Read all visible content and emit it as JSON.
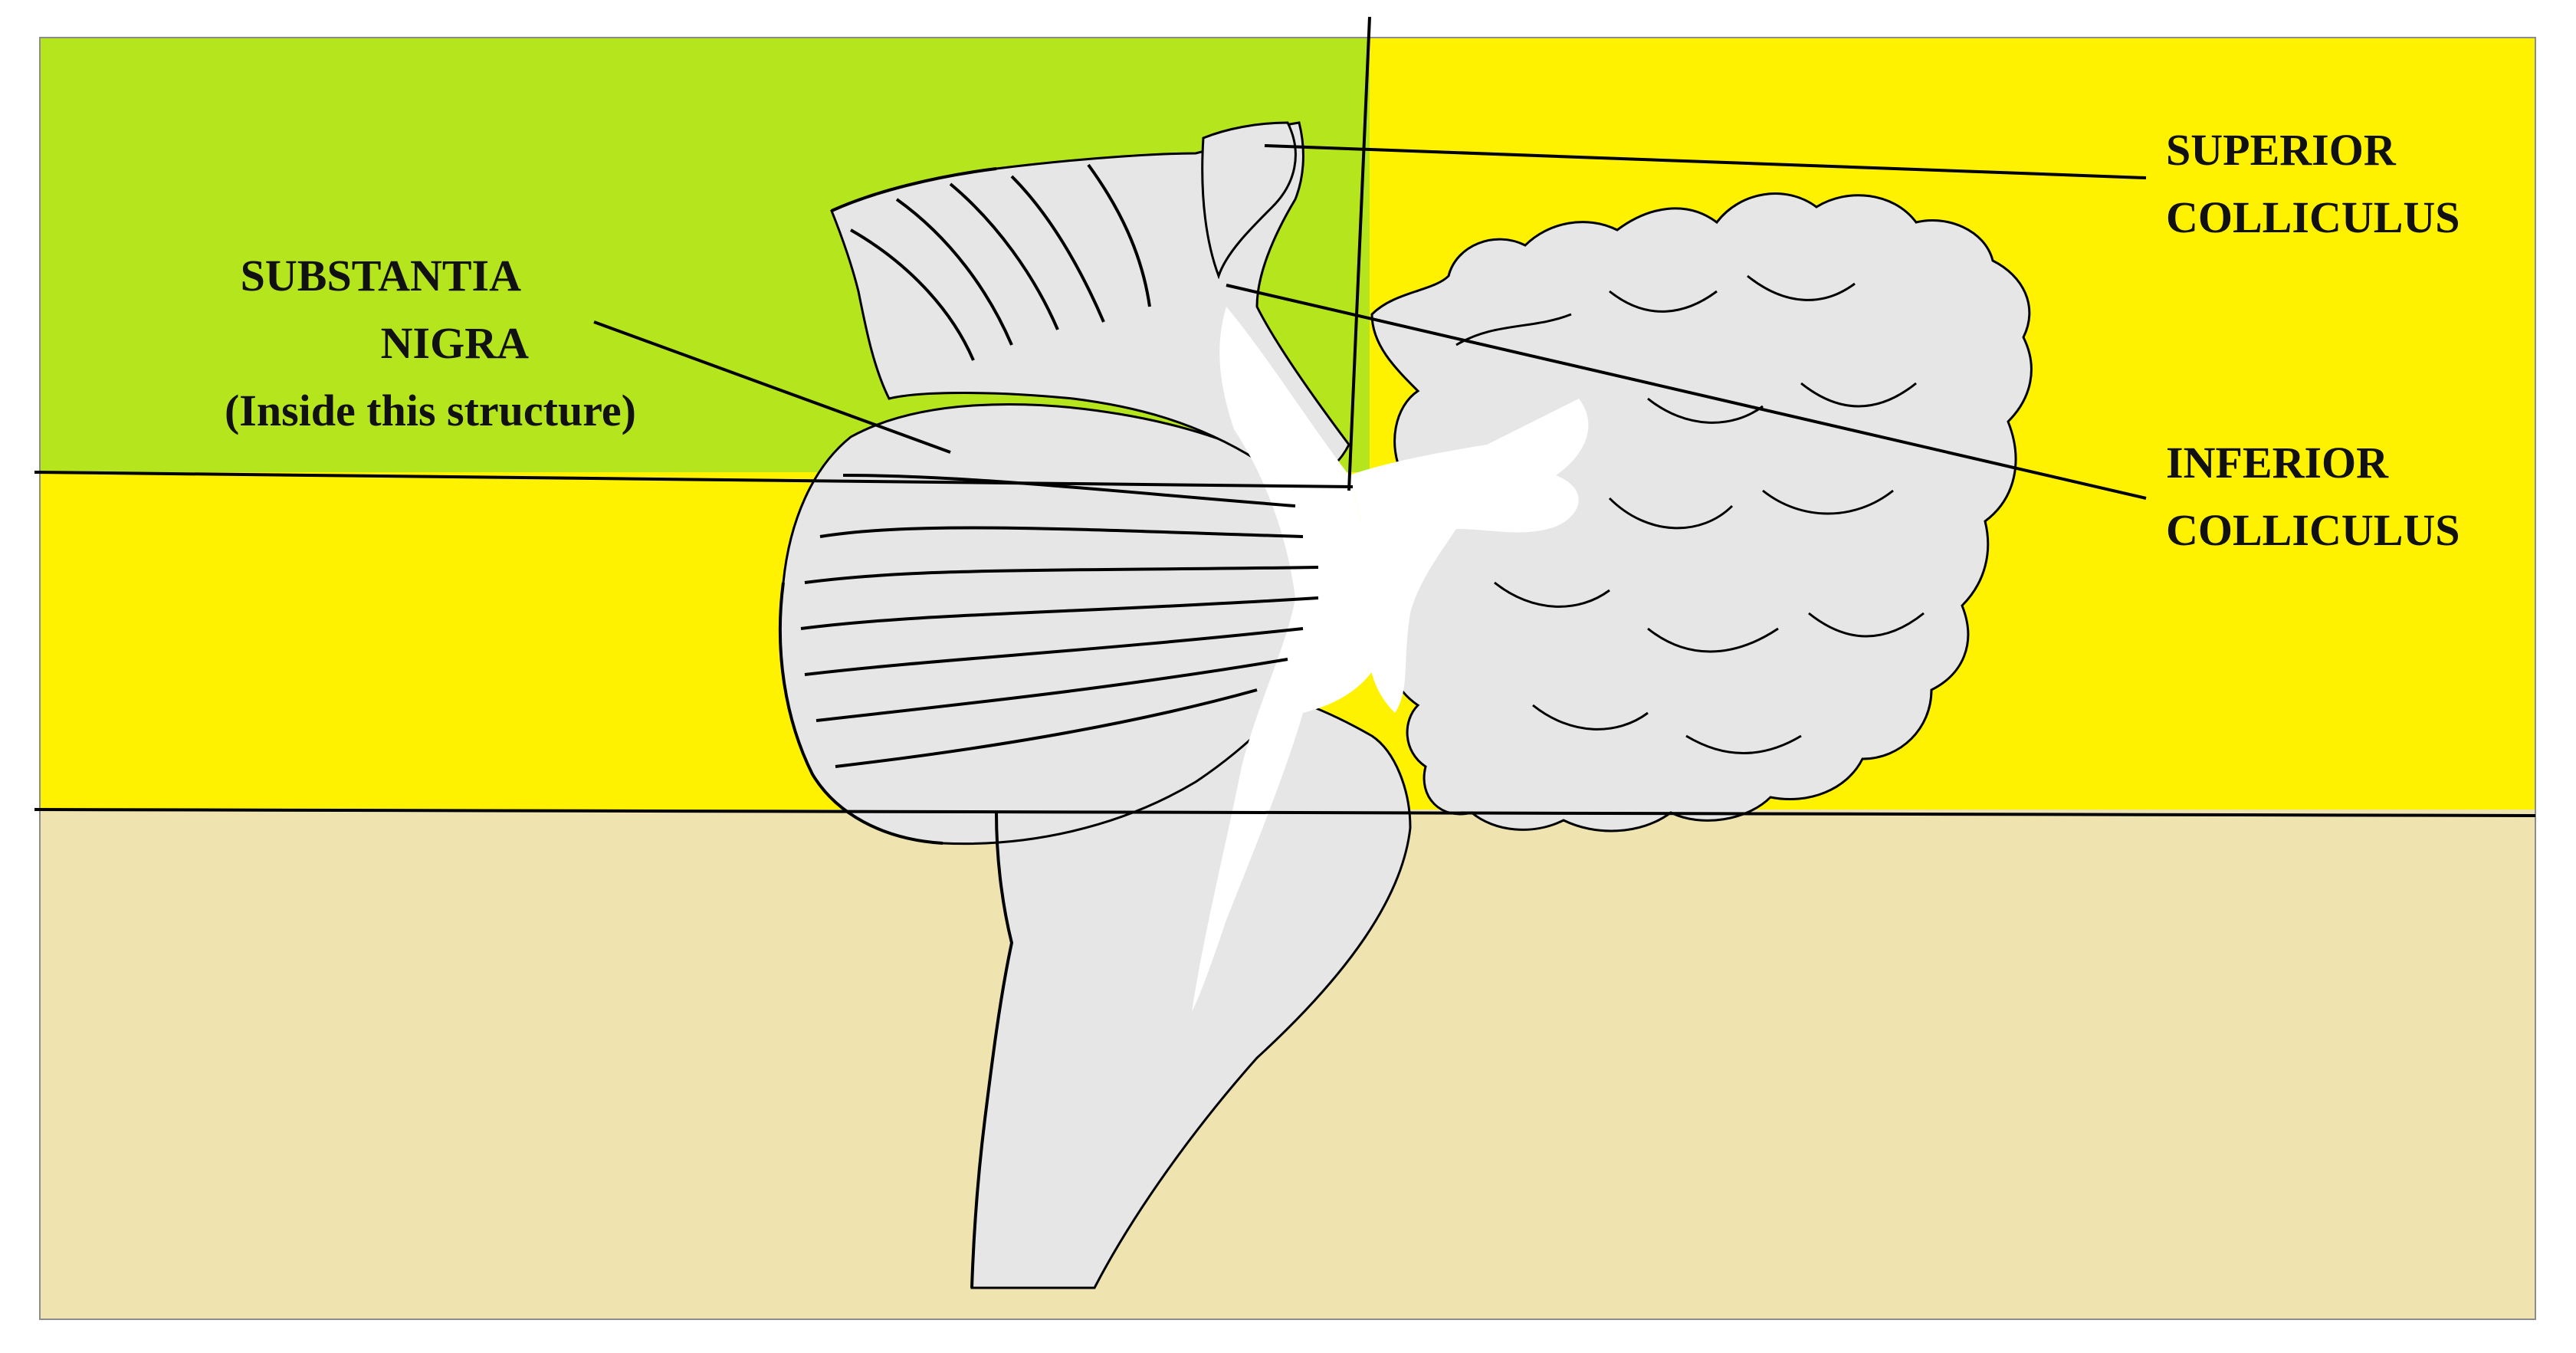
{
  "colors": {
    "page_background": "#ffffff",
    "region_green": "#b5e61d",
    "region_yellow": "#fff200",
    "region_tan": "#efe4b0",
    "brainstem_fill": "#e6e6e6",
    "outline": "#000000"
  },
  "labels": {
    "substantia_nigra": {
      "line1": "SUBSTANTIA",
      "line2": "NIGRA",
      "line3": "(Inside this structure)"
    },
    "superior_colliculus": {
      "line1": "SUPERIOR",
      "line2": "COLLICULUS"
    },
    "inferior_colliculus": {
      "line1": "INFERIOR",
      "line2": "COLLICULUS"
    }
  }
}
